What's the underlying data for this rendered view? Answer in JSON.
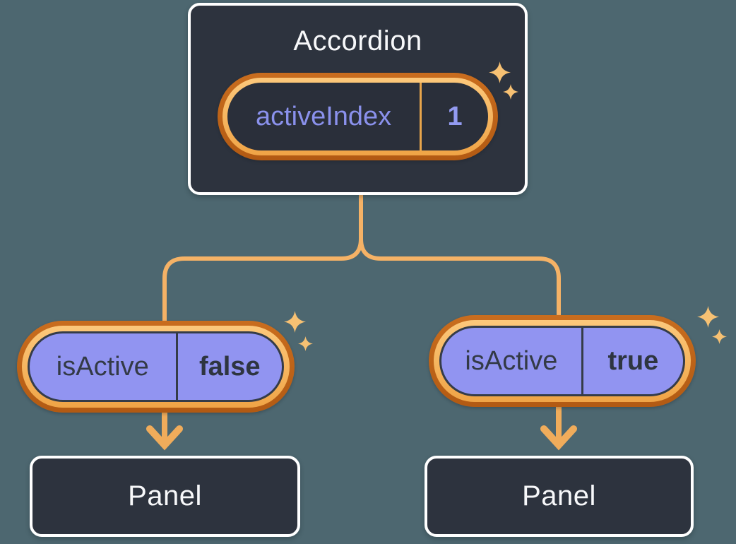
{
  "diagram": {
    "root": {
      "title": "Accordion",
      "state": {
        "name": "activeIndex",
        "value": "1"
      }
    },
    "children": [
      {
        "prop": {
          "name": "isActive",
          "value": "false"
        },
        "panel": {
          "title": "Panel"
        }
      },
      {
        "prop": {
          "name": "isActive",
          "value": "true"
        },
        "panel": {
          "title": "Panel"
        }
      }
    ]
  },
  "icons": {
    "sparkle": "four-point-sparkle"
  },
  "colors": {
    "background": "#4D6770",
    "node_fill": "#2D333E",
    "node_border": "#FFFFFF",
    "node_text": "#F7F8FA",
    "ring_outer": "#C2661B",
    "ring_band_light": "#FCC87B",
    "ring_band_dark": "#F0A446",
    "state_name_text": "#8A91EC",
    "state_value_text": "#939BF1",
    "state_divider": "#E8A54B",
    "prop_fill": "#9194F1",
    "prop_border": "#353C48",
    "prop_text": "#333A46",
    "connector": "#F5B266",
    "arrow": "#F0AC5B",
    "sparkle": "#F7C173"
  }
}
